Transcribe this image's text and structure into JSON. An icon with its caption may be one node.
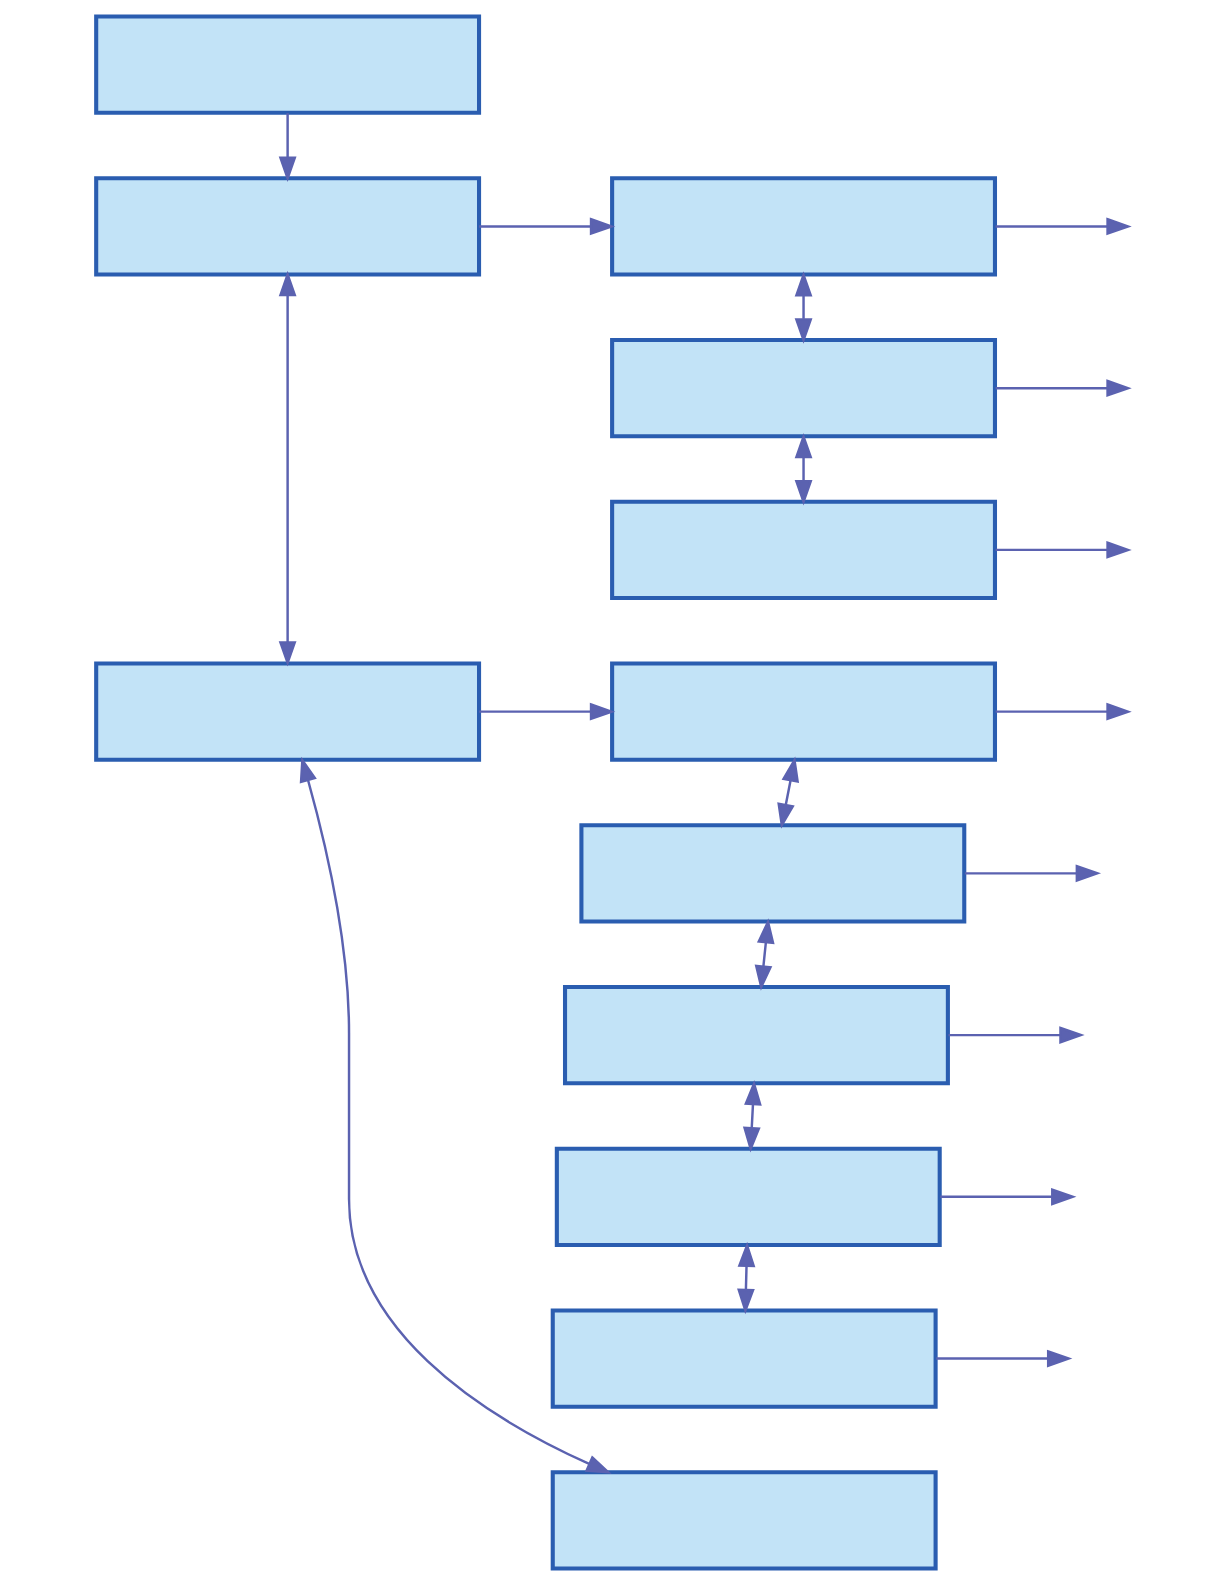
{
  "diagram": {
    "nodes": [
      {
        "text": [],
        "shape": "box"
      },
      {
        "text": [],
        "shape": "box"
      },
      {
        "text": [],
        "shape": "box"
      },
      {
        "text": [],
        "shape": "box"
      },
      {
        "text": [],
        "shape": "box"
      },
      {
        "text": [],
        "shape": "box"
      },
      {
        "text": [],
        "shape": "box"
      },
      {
        "text": [],
        "shape": "box"
      },
      {
        "text": [],
        "shape": "box"
      },
      {
        "text": [],
        "shape": "box"
      },
      {
        "text": [],
        "shape": "box"
      },
      {
        "text": [],
        "shape": "box"
      }
    ],
    "edges": [
      {
        "from": 0,
        "to": 1,
        "arrow": "to"
      },
      {
        "from": 1,
        "to": 2,
        "arrow": "to"
      },
      {
        "from": 2,
        "to": null,
        "arrow": "to"
      },
      {
        "from": 2,
        "to": 3,
        "arrow": "both"
      },
      {
        "from": 3,
        "to": null,
        "arrow": "to"
      },
      {
        "from": 3,
        "to": 4,
        "arrow": "both"
      },
      {
        "from": 4,
        "to": null,
        "arrow": "to"
      },
      {
        "from": 1,
        "to": 5,
        "arrow": "both"
      },
      {
        "from": 5,
        "to": 6,
        "arrow": "to"
      },
      {
        "from": 6,
        "to": null,
        "arrow": "to"
      },
      {
        "from": 6,
        "to": 7,
        "arrow": "both"
      },
      {
        "from": 7,
        "to": null,
        "arrow": "to"
      },
      {
        "from": 7,
        "to": 8,
        "arrow": "both"
      },
      {
        "from": 8,
        "to": null,
        "arrow": "to"
      },
      {
        "from": 8,
        "to": 9,
        "arrow": "both"
      },
      {
        "from": 9,
        "to": null,
        "arrow": "to"
      },
      {
        "from": 9,
        "to": 10,
        "arrow": "both"
      },
      {
        "from": 10,
        "to": null,
        "arrow": "to"
      },
      {
        "from": 5,
        "to": 11,
        "arrow": "both"
      }
    ]
  }
}
